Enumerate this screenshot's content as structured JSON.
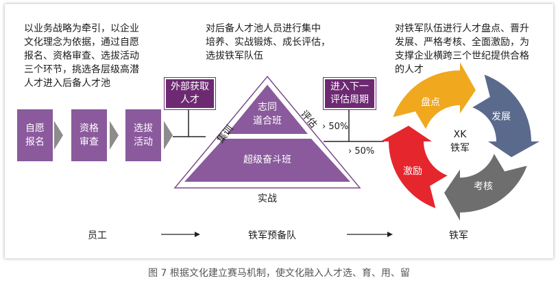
{
  "texts": {
    "left_desc": "以业务战略为牵引，以企业\n文化理念为依据，通过自愿\n报名、资格审查、选拔活动\n三个环节，挑选各层级高潜\n人才进入后备人才池",
    "mid_desc": "对后备人才池人员进行集中\n培养、实战锻炼、成长评估，\n选拔铁军队伍",
    "right_desc": "对铁军队伍进行人才盘点、晋升\n发展、严格考核、全面激励，为\n支撑企业横跨三个世纪提供合格\n的人才"
  },
  "steps": [
    "自愿\n报名",
    "资格\n审查",
    "选拔\n活动"
  ],
  "tags": {
    "external": "外部获取\n人才",
    "next_cycle": "进入下一\n评估周期"
  },
  "pyramid": {
    "top": "志同\n道合班",
    "bottom": "超级奋斗班",
    "left_side": "集训",
    "right_side": "评估",
    "base": "实战",
    "pct_top": "› 50%",
    "pct_bottom": "› 50%"
  },
  "cycle": {
    "center": "XK\n铁军",
    "segments": [
      {
        "label": "盘点",
        "color": "#f0a81f"
      },
      {
        "label": "发展",
        "color": "#5a6a8c"
      },
      {
        "label": "考核",
        "color": "#6e6e6e"
      },
      {
        "label": "激励",
        "color": "#e5262d"
      }
    ]
  },
  "bottom_row": [
    "员工",
    "铁军预备队",
    "铁军"
  ],
  "caption": "图 7  根据文化建立赛马机制，使文化融入人才选、育、用、留"
}
